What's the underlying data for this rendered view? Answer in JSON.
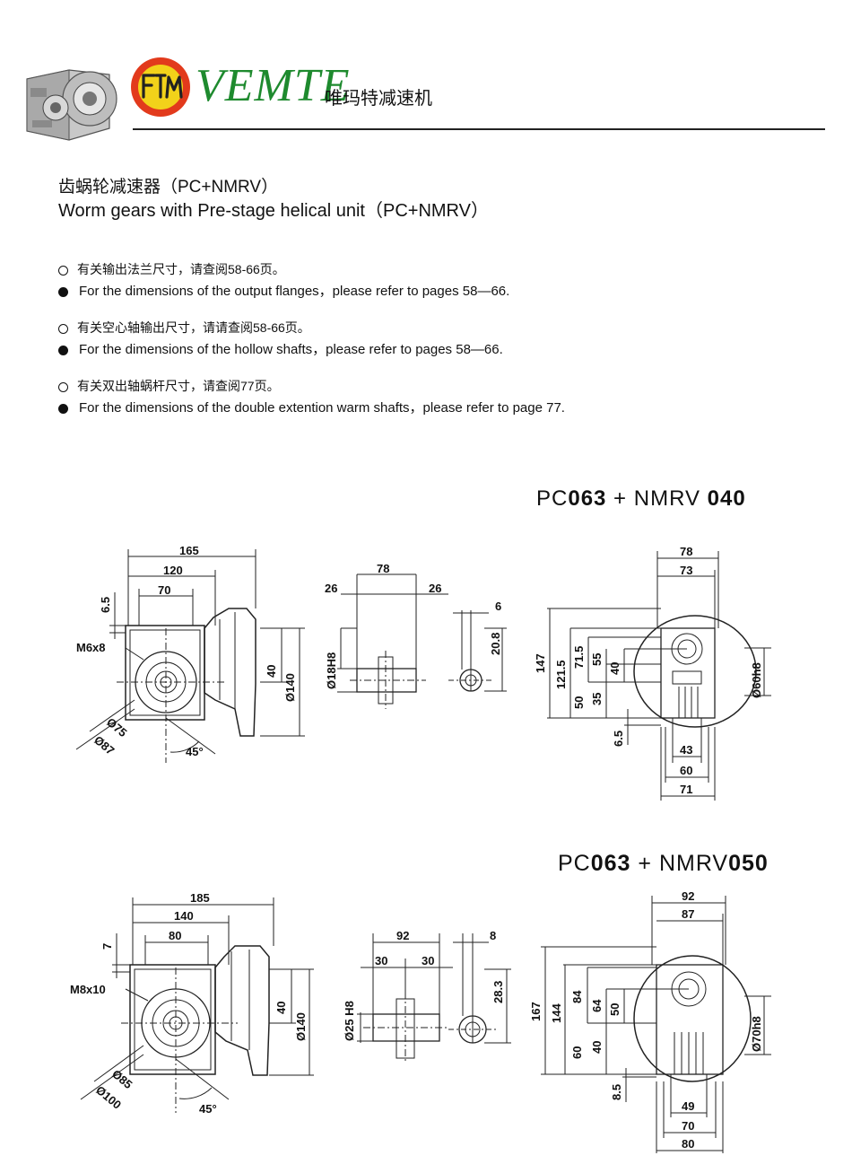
{
  "header": {
    "brand_name": "VEMTE",
    "brand_cn": "唯玛特减速机",
    "logo_monogram": "FTM",
    "brand_color": "#1e8a2e",
    "logo_ring_color": "#e23a1c",
    "logo_fill_color": "#f2d21a"
  },
  "title": {
    "cn": "齿蜗轮减速器（PC+NMRV）",
    "en": "Worm gears with Pre-stage helical unit（PC+NMRV）"
  },
  "notes": [
    {
      "cn": "有关输出法兰尺寸，请查阅58-66页。",
      "en": "For the dimensions of the output flanges，please refer to pages 58—66."
    },
    {
      "cn": "有关空心轴输出尺寸，请请查阅58-66页。",
      "en": "For the dimensions of the hollow shafts，please refer to pages 58—66."
    },
    {
      "cn": "有关双出轴蜗杆尺寸，请查阅77页。",
      "en": "For the dimensions of the double extention warm shafts，please refer to page 77."
    }
  ],
  "models": [
    {
      "title_a": "PC",
      "title_b": "063",
      "title_c": " + NMRV ",
      "title_d": "040",
      "side": {
        "d165": "165",
        "d120": "120",
        "d70": "70",
        "d6_5": "6.5",
        "bolt": "M6x8",
        "d40": "40",
        "d140": "Ø140",
        "d75": "Ø75",
        "d87": "Ø87",
        "angle": "45°"
      },
      "shaft": {
        "d78": "78",
        "d26a": "26",
        "d26b": "26",
        "bore": "Ø18H8",
        "d6": "6",
        "d20_8": "20.8"
      },
      "front": {
        "d78": "78",
        "d73": "73",
        "d147": "147",
        "d121_5": "121.5",
        "d71_5": "71.5",
        "d55": "55",
        "d40": "40",
        "d50": "50",
        "d35": "35",
        "d6_5": "6.5",
        "d60h8": "Ø60h8",
        "d43": "43",
        "d60": "60",
        "d71": "71"
      }
    },
    {
      "title_a": "PC",
      "title_b": "063",
      "title_c": " + NMRV",
      "title_d": "050",
      "side": {
        "d185": "185",
        "d140": "140",
        "d80": "80",
        "d7": "7",
        "bolt": "M8x10",
        "d40": "40",
        "d140b": "Ø140",
        "d85": "Ø85",
        "d100": "Ø100",
        "angle": "45°"
      },
      "shaft": {
        "d92": "92",
        "d30a": "30",
        "d30b": "30",
        "bore": "Ø25 H8",
        "d8": "8",
        "d28_3": "28.3"
      },
      "front": {
        "d92": "92",
        "d87": "87",
        "d167": "167",
        "d144": "144",
        "d84": "84",
        "d64": "64",
        "d50": "50",
        "d60": "60",
        "d40": "40",
        "d8_5": "8.5",
        "d70h8": "Ø70h8",
        "d49": "49",
        "d70": "70",
        "d80": "80"
      }
    }
  ]
}
